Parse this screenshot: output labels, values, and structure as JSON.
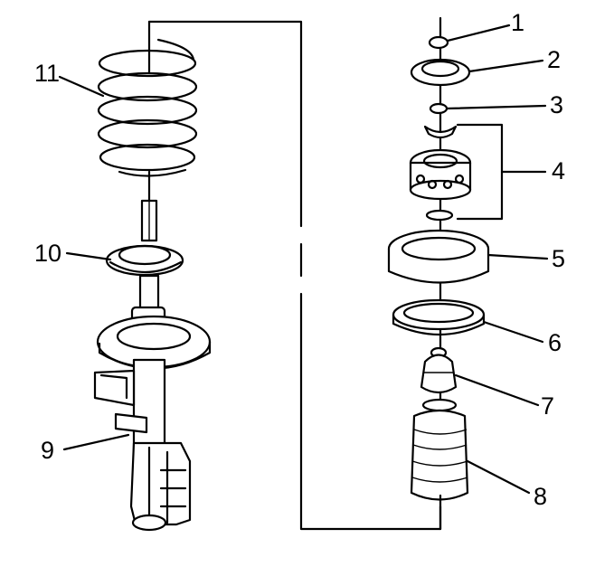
{
  "diagram": {
    "callouts": [
      {
        "id": "c1",
        "text": "1"
      },
      {
        "id": "c2",
        "text": "2"
      },
      {
        "id": "c3",
        "text": "3"
      },
      {
        "id": "c4",
        "text": "4"
      },
      {
        "id": "c5",
        "text": "5"
      },
      {
        "id": "c6",
        "text": "6"
      },
      {
        "id": "c7",
        "text": "7"
      },
      {
        "id": "c8",
        "text": "8"
      },
      {
        "id": "c9",
        "text": "9"
      },
      {
        "id": "c10",
        "text": "10"
      },
      {
        "id": "c11",
        "text": "11"
      }
    ]
  }
}
